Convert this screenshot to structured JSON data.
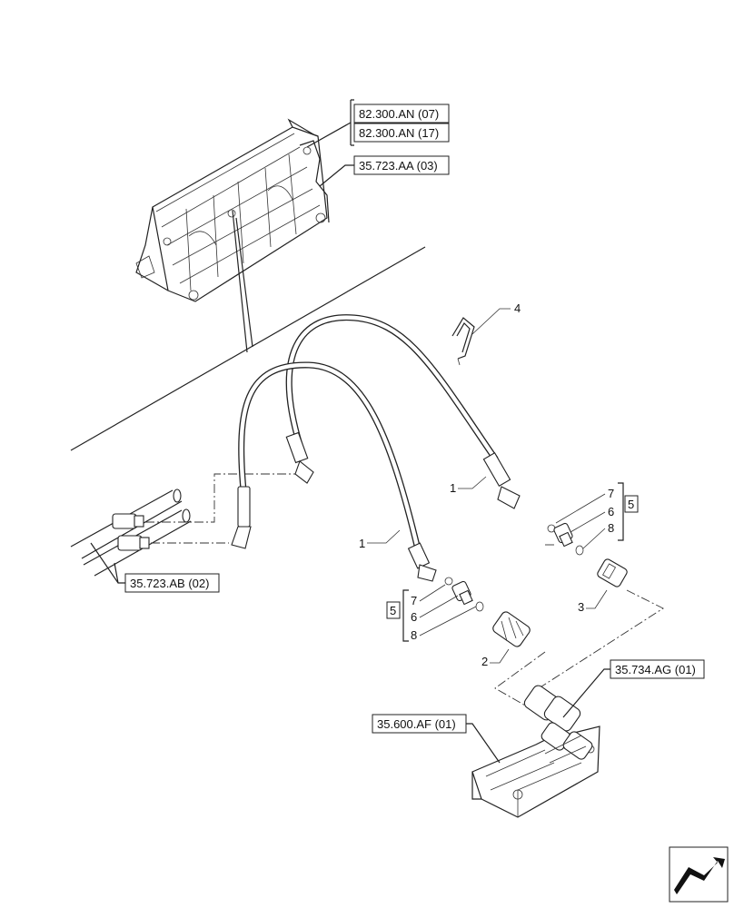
{
  "references": {
    "r82_300_an_07": "82.300.AN (07)",
    "r82_300_an_17": "82.300.AN (17)",
    "r35_723_aa_03": "35.723.AA (03)",
    "r35_723_ab_02": "35.723.AB (02)",
    "r35_734_ag_01": "35.734.AG (01)",
    "r35_600_af_01": "35.600.AF (01)"
  },
  "callouts": {
    "hose_upper": "1",
    "hose_lower": "1",
    "coupler_lower": "2",
    "coupler_upper": "3",
    "clip": "4",
    "kit_upper_box": "5",
    "kit_lower_box": "5",
    "kit_upper_7": "7",
    "kit_upper_6": "6",
    "kit_upper_8": "8",
    "kit_lower_7": "7",
    "kit_lower_6": "6",
    "kit_lower_8": "8"
  }
}
